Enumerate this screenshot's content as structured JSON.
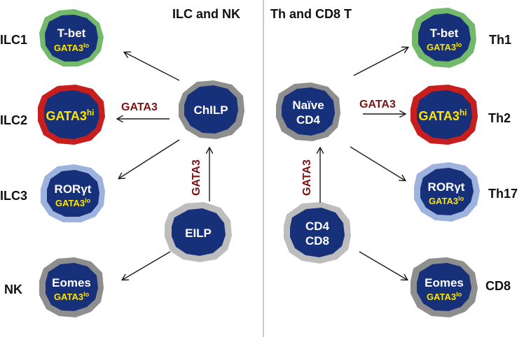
{
  "panels": {
    "left_title": "ILC and NK",
    "right_title": "Th and CD8 T"
  },
  "colors": {
    "cell_fill": "#16307a",
    "cell_text": "#ffffff",
    "gata_text": "#ffe600",
    "factor_text": "#7a1414",
    "green_membrane": "#73b96b",
    "red_membrane": "#c81e1e",
    "blue_membrane": "#9db3de",
    "gray_membrane": "#8e8e8e",
    "light_gray_membrane": "#bdbdbd"
  },
  "left": {
    "ilc1": {
      "label": "ILC1",
      "line1": "T-bet",
      "gata_base": "GATA3",
      "gata_sup": "lo"
    },
    "ilc2": {
      "label": "ILC2",
      "gata_base": "GATA3",
      "gata_sup": "hi"
    },
    "ilc3": {
      "label": "ILC3",
      "line1": "RORγt",
      "gata_base": "GATA3",
      "gata_sup": "lo"
    },
    "nk": {
      "label": "NK",
      "line1": "Eomes",
      "gata_base": "GATA3",
      "gata_sup": "lo"
    },
    "chilp": {
      "line1": "ChILP"
    },
    "eilp": {
      "line1": "EILP"
    },
    "factor_horizontal": "GATA3",
    "factor_vertical": "GATA3"
  },
  "right": {
    "naive": {
      "line1": "Naïve",
      "line2": "CD4"
    },
    "precursor": {
      "line1": "CD4",
      "line2": "CD8"
    },
    "th1": {
      "label": "Th1",
      "line1": "T-bet",
      "gata_base": "GATA3",
      "gata_sup": "lo"
    },
    "th2": {
      "label": "Th2",
      "gata_base": "GATA3",
      "gata_sup": "hi"
    },
    "th17": {
      "label": "Th17",
      "line1": "RORγt",
      "gata_base": "GATA3",
      "gata_sup": "lo"
    },
    "cd8": {
      "label": "CD8",
      "line1": "Eomes",
      "gata_base": "GATA3",
      "gata_sup": "lo"
    },
    "factor_horizontal": "GATA3",
    "factor_vertical": "GATA3"
  }
}
